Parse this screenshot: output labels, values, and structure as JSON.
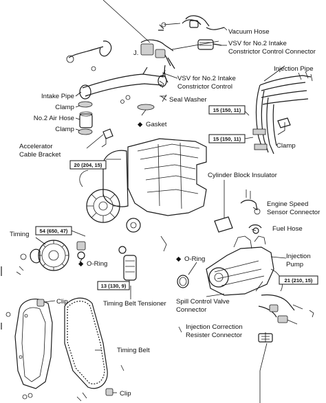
{
  "labels": {
    "vacuum_hose": "Vacuum Hose",
    "vsv_connector_1": "VSV for No.2 Intake",
    "vsv_connector_2": "Constrictor Control Connector",
    "vsv_intake_1": "VSV for No.2 Intake",
    "vsv_intake_2": "Constrictor Control",
    "injection_pipe": "Injection Pipe",
    "intake_pipe": "Intake Pipe",
    "clamp": "Clamp",
    "no2_air_hose": "No.2 Air Hose",
    "seal_washer": "Seal Washer",
    "gasket": "Gasket",
    "accelerator_1": "Accelerator",
    "accelerator_2": "Cable Bracket",
    "cylinder_block_insulator": "Cylinder Block Insulator",
    "engine_speed_1": "Engine Speed",
    "engine_speed_2": "Sensor Connector",
    "fuel_hose": "Fuel Hose",
    "timing": "Timing",
    "o_ring": "O-Ring",
    "injection_pump_1": "Injection",
    "injection_pump_2": "Pump",
    "clip": "Clip",
    "timing_belt_tensioner": "Timing Belt Tensioner",
    "spill_control_1": "Spill Control Valve",
    "spill_control_2": "Connector",
    "injection_correction_1": "Injection Correction",
    "injection_correction_2": "Resister Connector",
    "timing_belt": "Timing Belt",
    "mark_j": "J."
  },
  "torque_specs": {
    "t1": "15 (150, 11)",
    "t2": "15 (150, 11)",
    "t3": "20 (204, 15)",
    "t4": "54 (650, 47)",
    "t5": "13 (130, 9)",
    "t6": "21 (210, 15)"
  },
  "symbols": {
    "non_reusable": "◆"
  }
}
